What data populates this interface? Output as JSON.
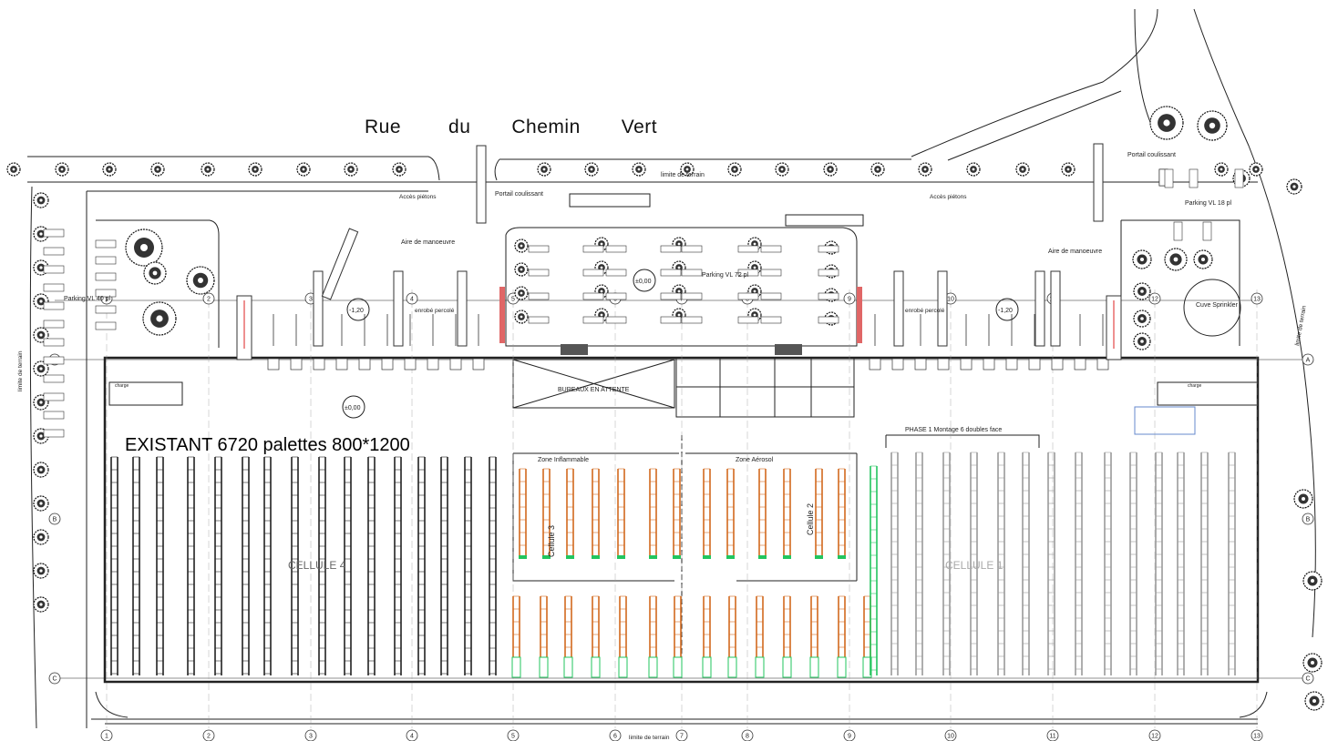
{
  "street": {
    "words": [
      "Rue",
      "du",
      "Chemin",
      "Vert"
    ]
  },
  "labels": {
    "limite_terrain_top": "limite de terrain",
    "portail_left": "Portail coulissant",
    "portail_right": "Portail coulissant",
    "acces_pietons": "Accès piétons",
    "acces_pietons_right": "Accès piétons",
    "parking_vl_18": "Parking VL 18 pl",
    "parking_vl_72": "Parking VL 72 pl",
    "parking_vl_40": "Parking VL 40 pl",
    "aire_manoeuvre_left": "Aire de manoeuvre",
    "aire_manoeuvre_right": "Aire de manoeuvre",
    "enrobe_left": "enrobé percolé",
    "enrobe_right": "enrobé percolé",
    "level_left": "-1,20",
    "level_right": "-1,20",
    "level_center": "±0,00",
    "level_lower": "±0,00",
    "cuve": "Cuve Sprinkler",
    "bureaux": "BUREAUX EN ATTENTE",
    "existant": "EXISTANT 6720 palettes 800*1200",
    "phase": "PHASE 1 Montage 6 doubles face",
    "zone_inflammable": "Zone Inflammable",
    "zone_aerosol": "Zone Aérosol",
    "cellule_3": "Cellule 3",
    "cellule_2": "Cellule 2",
    "cellule_4": "CELLULE 4",
    "cellule_1": "CELLULE 1",
    "limite_terrain_left": "limite de terrain",
    "limite_terrain_bottom": "limite de terrain",
    "limite_terrain_right": "limite de terrain",
    "charge": "charge"
  },
  "grid_columns": [
    "1",
    "2",
    "3",
    "4",
    "5",
    "6",
    "7",
    "8",
    "9",
    "10",
    "11",
    "12",
    "13"
  ],
  "grid_rows": [
    "A",
    "B",
    "C"
  ],
  "colors": {
    "line": "#222222",
    "rack_orange": "#d2691e",
    "rack_cyan": "#00c8c8",
    "rack_green": "#22c55e",
    "rack_red": "#dd2222",
    "rack_grey": "#9a9a9a",
    "door_red": "#d04040",
    "ground_hatch": "#e06666"
  }
}
